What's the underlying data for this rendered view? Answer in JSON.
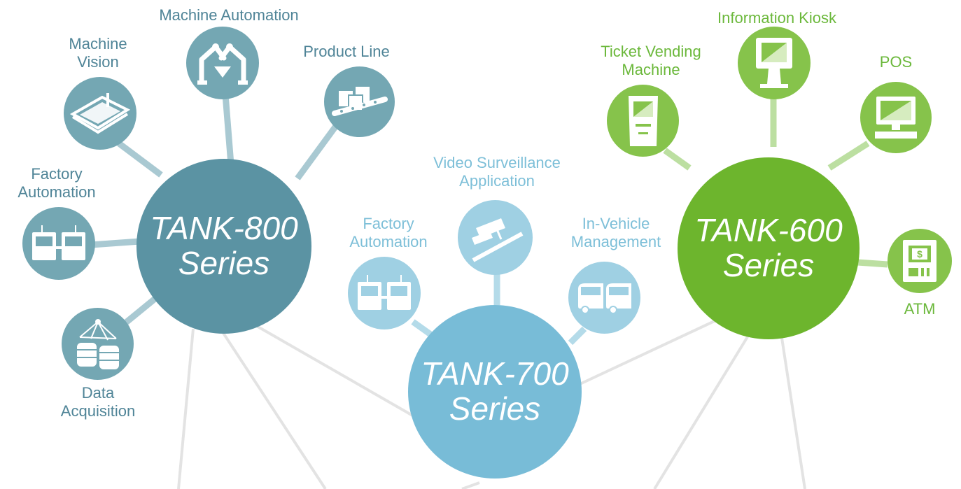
{
  "colors": {
    "tank800": "#5b93a3",
    "tank800_node": "#74a7b3",
    "tank700": "#78bcd7",
    "tank700_node": "#9fd0e3",
    "tank600": "#6db52d",
    "tank600_node": "#86c34b",
    "base_line": "#e2e2e2"
  },
  "hubs": {
    "tank800": {
      "line1": "TANK-800",
      "line2": "Series"
    },
    "tank700": {
      "line1": "TANK-700",
      "line2": "Series"
    },
    "tank600": {
      "line1": "TANK-600",
      "line2": "Series"
    }
  },
  "tank800_apps": {
    "machine_automation": "Machine Automation",
    "machine_vision": {
      "line1": "Machine",
      "line2": "Vision"
    },
    "product_line": "Product Line",
    "factory_automation": {
      "line1": "Factory",
      "line2": "Automation"
    },
    "data_acquisition": {
      "line1": "Data",
      "line2": "Acquisition"
    }
  },
  "tank700_apps": {
    "video_surveillance": {
      "line1": "Video Surveillance",
      "line2": "Application"
    },
    "factory_automation": {
      "line1": "Factory",
      "line2": "Automation"
    },
    "in_vehicle": {
      "line1": "In-Vehicle",
      "line2": "Management"
    }
  },
  "tank600_apps": {
    "information_kiosk": "Information Kiosk",
    "ticket_vending": {
      "line1": "Ticket Vending",
      "line2": "Machine"
    },
    "pos": "POS",
    "atm": "ATM",
    "atm_symbol": "$"
  },
  "icons": [
    "machine-vision-icon",
    "robot-arm-icon",
    "conveyor-boxes-icon",
    "factory-machines-icon",
    "database-network-icon",
    "cctv-camera-icon",
    "bus-icon",
    "ticket-machine-icon",
    "kiosk-icon",
    "pos-terminal-icon",
    "atm-icon"
  ]
}
